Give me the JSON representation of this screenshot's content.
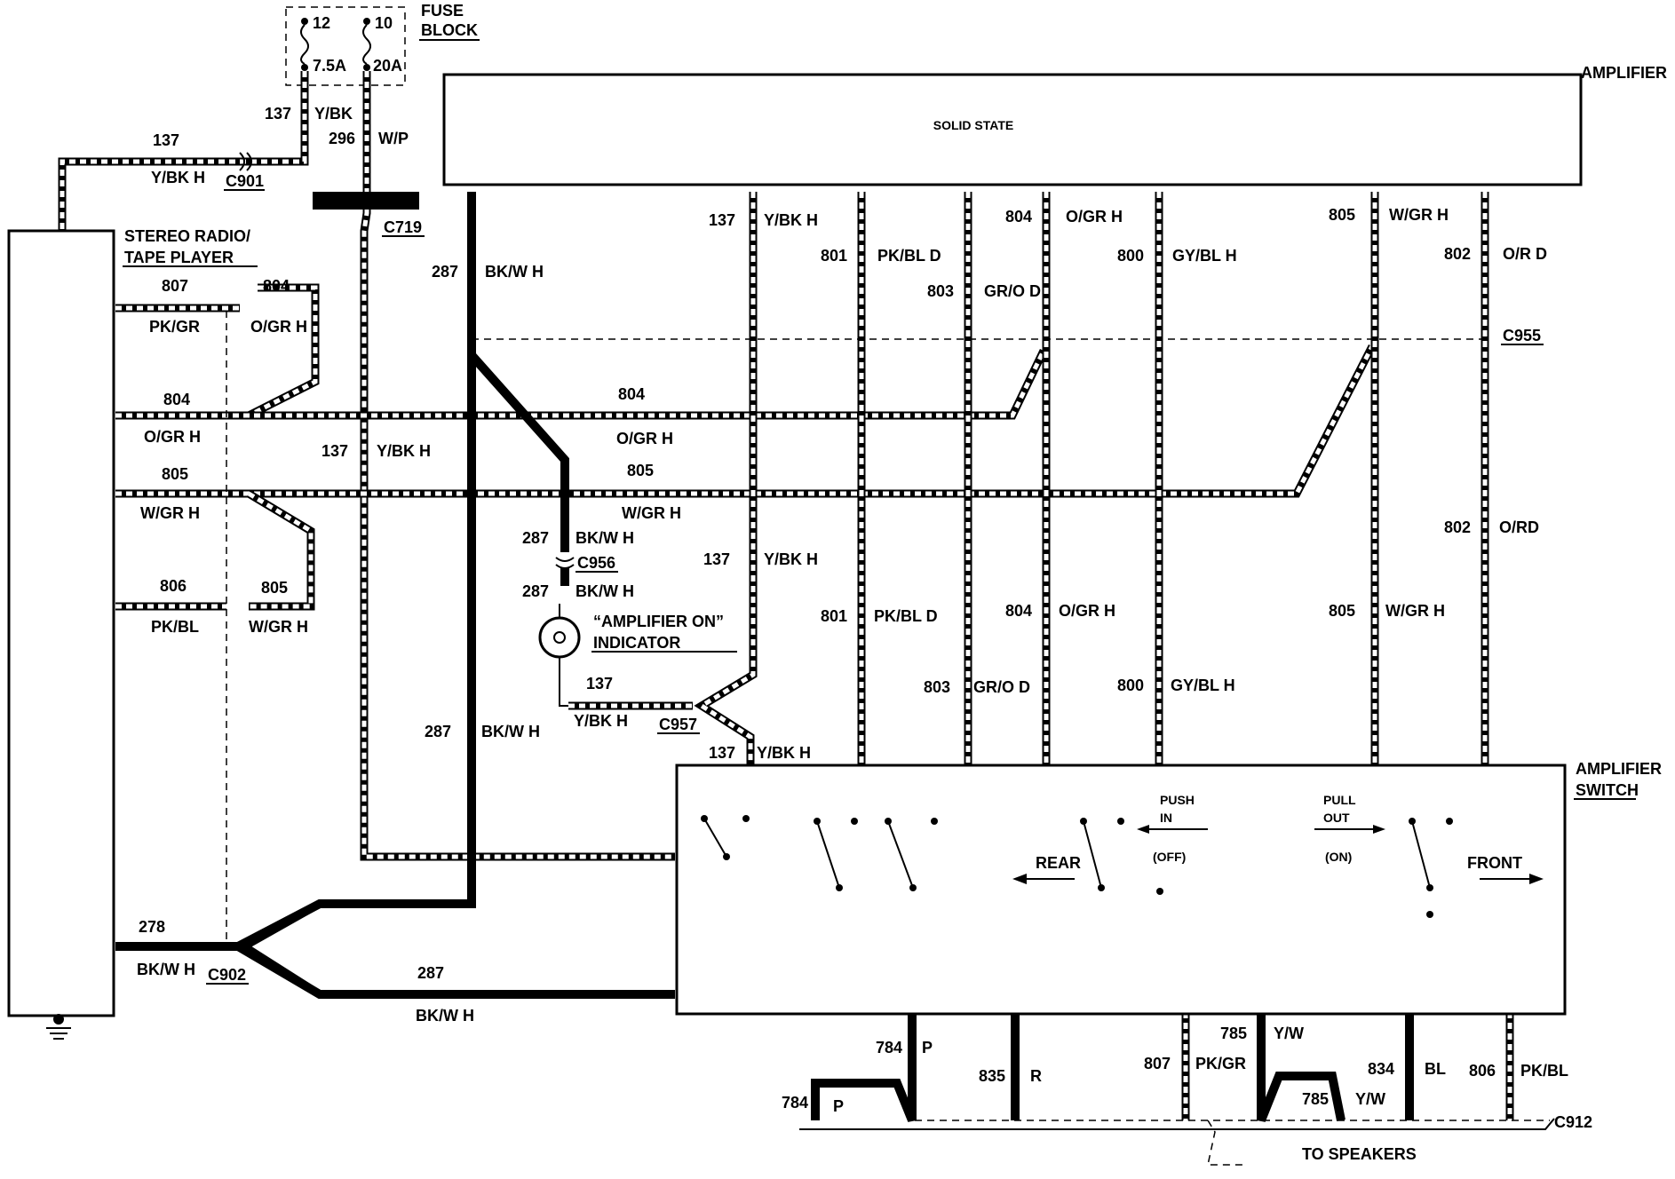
{
  "fuse_block": {
    "title_line1": "FUSE",
    "title_line2": "BLOCK",
    "fuse_left_num": "12",
    "fuse_left_rating": "7.5A",
    "fuse_right_num": "10",
    "fuse_right_rating": "20A"
  },
  "amplifier": {
    "title": "AMPLIFIER",
    "inner_label": "SOLID STATE"
  },
  "radio": {
    "title_line1": "STEREO RADIO/",
    "title_line2": "TAPE PLAYER"
  },
  "switch": {
    "title_line1": "AMPLIFIER",
    "title_line2": "SWITCH",
    "push_in": "PUSH",
    "push_in2": "IN",
    "pull_out": "PULL",
    "pull_out2": "OUT",
    "off": "(OFF)",
    "on": "(ON)",
    "rear": "REAR",
    "front": "FRONT"
  },
  "indicator": {
    "line1": "“AMPLIFIER ON”",
    "line2": "INDICATOR"
  },
  "connectors": {
    "c901": "C901",
    "c719": "C719",
    "c956": "C956",
    "c957": "C957",
    "c955": "C955",
    "c902": "C902",
    "c912": "C912"
  },
  "to_speakers": "TO SPEAKERS",
  "wire_labels": [
    {
      "num": "137",
      "color": "Y/BK"
    },
    {
      "num": "296",
      "color": "W/P"
    },
    {
      "num": "137",
      "color": "Y/BK H"
    },
    {
      "num": "287",
      "color": "BK/W H"
    },
    {
      "num": "807",
      "color": "PK/GR"
    },
    {
      "num": "804",
      "color": "O/GR H"
    },
    {
      "num": "805",
      "color": "W/GR H"
    },
    {
      "num": "806",
      "color": "PK/BL"
    },
    {
      "num": "801",
      "color": "PK/BL D"
    },
    {
      "num": "803",
      "color": "GR/O D"
    },
    {
      "num": "800",
      "color": "GY/BL H"
    },
    {
      "num": "802",
      "color": "O/R D"
    },
    {
      "num": "802",
      "color": "O/RD"
    },
    {
      "num": "278",
      "color": "BK/W H"
    },
    {
      "num": "784",
      "color": "P"
    },
    {
      "num": "835",
      "color": "R"
    },
    {
      "num": "785",
      "color": "Y/W"
    },
    {
      "num": "834",
      "color": "BL"
    }
  ],
  "colors": {
    "ink": "#000000",
    "paper": "#ffffff"
  }
}
